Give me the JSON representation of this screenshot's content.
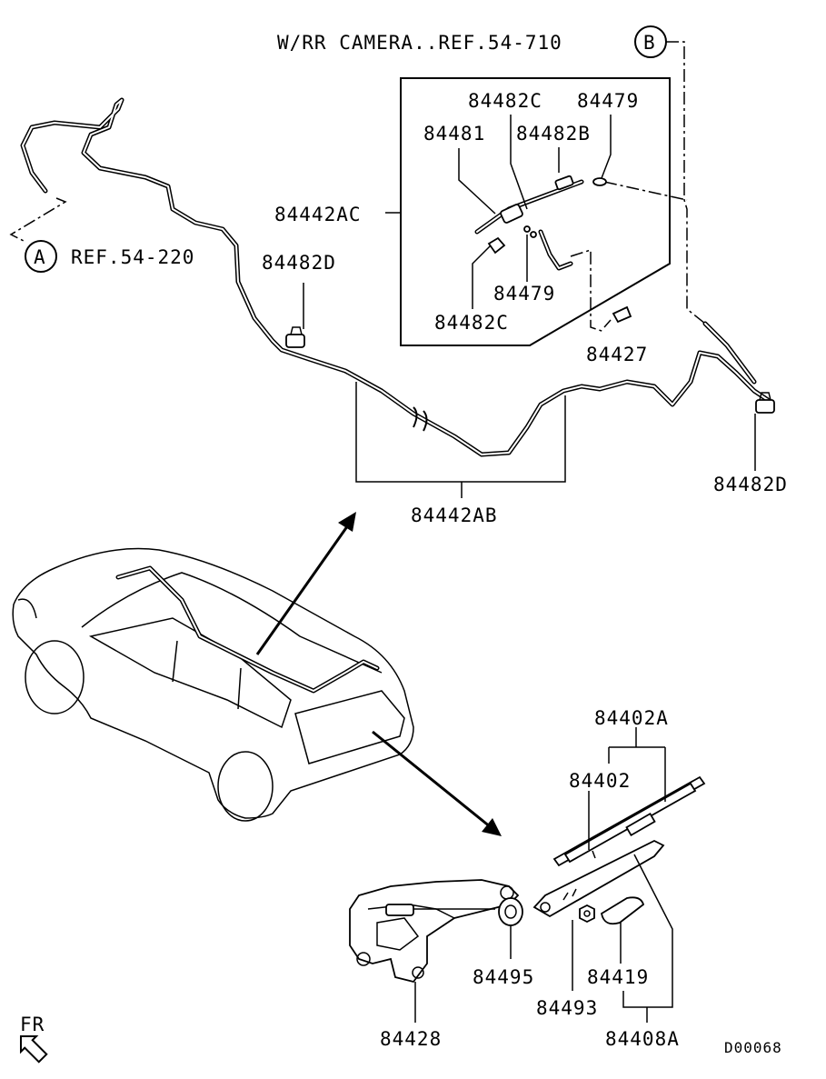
{
  "diagram": {
    "code": "D00068",
    "header_note": "W/RR CAMERA..REF.54-710",
    "ref_a_text": "REF.54-220",
    "circle_a": "A",
    "circle_b": "B",
    "direction": "FR",
    "parts": {
      "p84482C_top": "84482C",
      "p84479_top": "84479",
      "p84481": "84481",
      "p84482B": "84482B",
      "p84442AC": "84442AC",
      "p84482D_left": "84482D",
      "p84479_mid": "84479",
      "p84482C_bottom": "84482C",
      "p84427": "84427",
      "p84482D_right": "84482D",
      "p84442AB": "84442AB",
      "p84402A": "84402A",
      "p84402": "84402",
      "p84495": "84495",
      "p84419": "84419",
      "p84493": "84493",
      "p84428": "84428",
      "p84408A": "84408A"
    }
  }
}
